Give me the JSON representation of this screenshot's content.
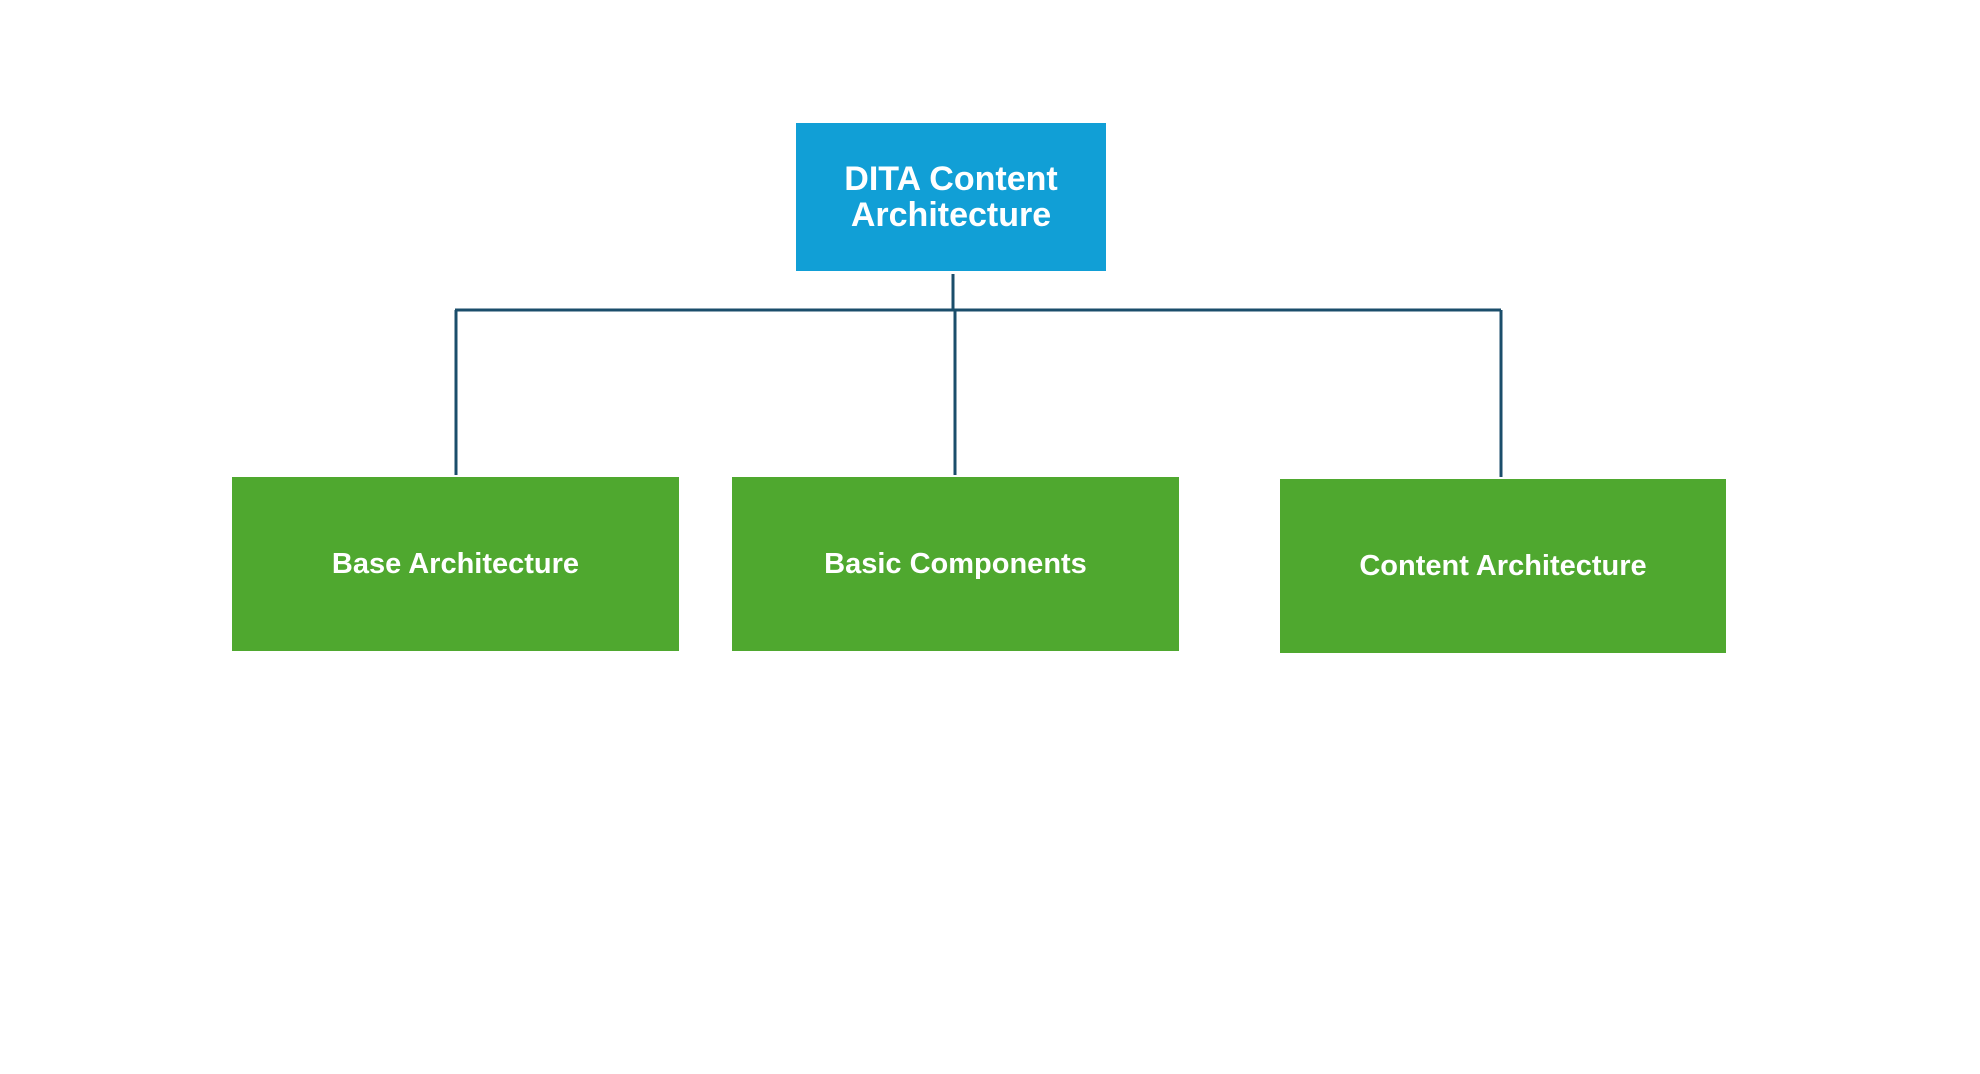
{
  "diagram": {
    "root": {
      "label": "DITA Content Architecture",
      "color": "#119fd6"
    },
    "children": [
      {
        "label": "Base Architecture",
        "color": "#4fa82f"
      },
      {
        "label": "Basic Components",
        "color": "#4fa82f"
      },
      {
        "label": "Content Architecture",
        "color": "#4fa82f"
      }
    ],
    "connector_color": "#1b4e6b"
  }
}
